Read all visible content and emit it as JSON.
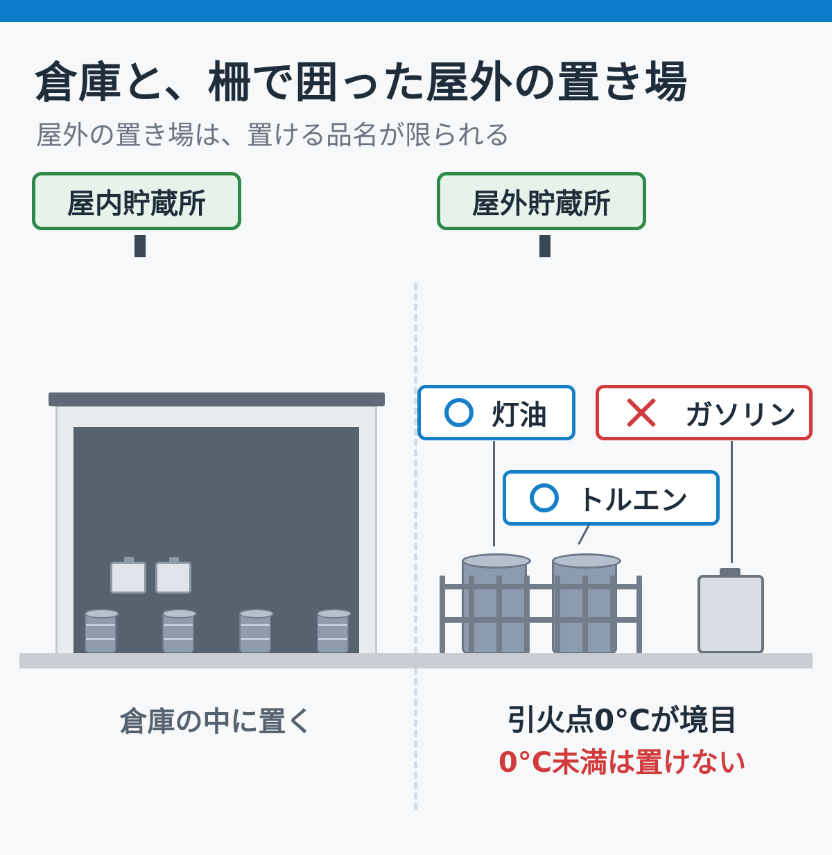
{
  "header": {
    "title": "倉庫と、柵で囲った屋外の置き場",
    "subtitle": "屋外の置き場は、置ける品名が限られる"
  },
  "indoor": {
    "sign": "屋内貯蔵所",
    "caption": "倉庫の中に置く"
  },
  "outdoor": {
    "sign": "屋外貯蔵所",
    "caption": "引火点0°Cが境目",
    "note": "0°C未満は置けない",
    "items": [
      {
        "label": "灯油",
        "allowed": true
      },
      {
        "label": "トルエン",
        "allowed": true
      },
      {
        "label": "ガソリン",
        "allowed": false
      }
    ]
  },
  "colors": {
    "accent": "#0a7cc8",
    "sign_border": "#2f8a4a",
    "ok": "#1580c8",
    "ng": "#d23b3b"
  }
}
